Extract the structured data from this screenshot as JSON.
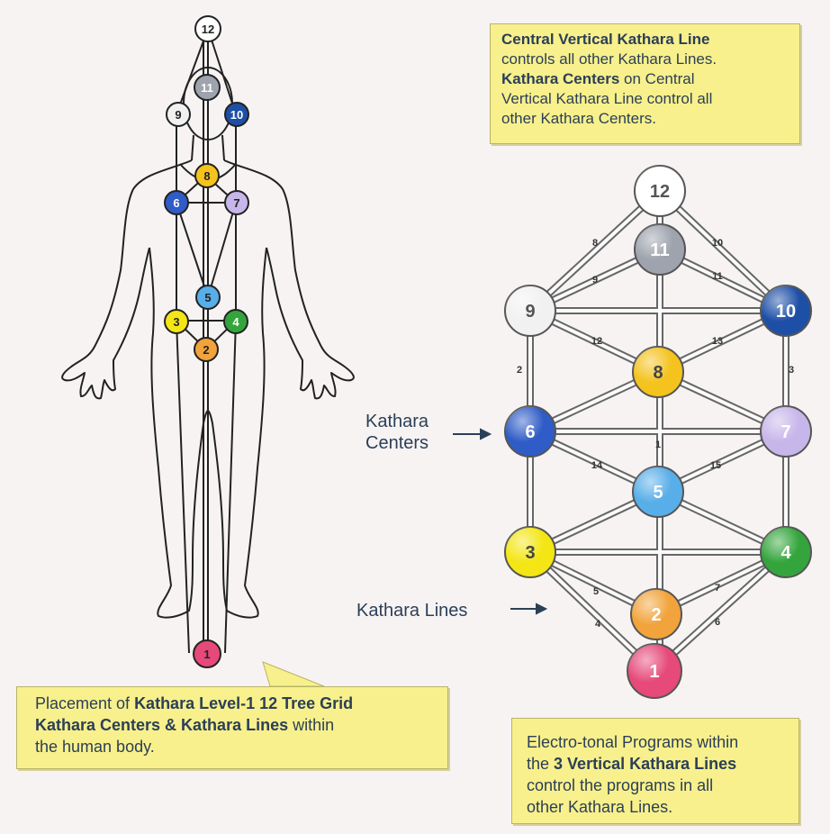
{
  "top_note": {
    "line1_bold": "Central Vertical Kathara Line",
    "line2": "controls all other Kathara Lines.",
    "line3_bold": "Kathara Centers",
    "line3_rest": " on Central",
    "line4": "Vertical Kathara Line control all",
    "line5": "other Kathara Centers."
  },
  "bottom_left_note": {
    "line1_plain": "Placement of ",
    "line1_bold": "Kathara Level-1 12 Tree Grid",
    "line2_bold": "Kathara Centers & Kathara Lines",
    "line2_rest": " within",
    "line3": "the human body."
  },
  "bottom_right_note": {
    "line1": "Electro-tonal Programs within",
    "line2_plain": "the ",
    "line2_bold": "3 Vertical Kathara Lines",
    "line3": "control the programs in all",
    "line4": "other Kathara Lines."
  },
  "labels": {
    "centers_line1": "Kathara",
    "centers_line2": "Centers",
    "lines": "Kathara Lines"
  },
  "colors": {
    "c1": "#e6497a",
    "c2": "#f2a33b",
    "c3": "#f4e614",
    "c4": "#34a53c",
    "c5": "#58aee8",
    "c6": "#2f5cc6",
    "c7": "#c7b6ea",
    "c8": "#f4c31e",
    "c9": "#f1f1f1",
    "c10": "#1e4fa6",
    "c11": "#9ea3ad",
    "c12": "#ffffff",
    "note_bg": "#f8f08c",
    "text": "#2b3f57"
  },
  "centers": [
    {
      "id": "1",
      "label": "1"
    },
    {
      "id": "2",
      "label": "2"
    },
    {
      "id": "3",
      "label": "3"
    },
    {
      "id": "4",
      "label": "4"
    },
    {
      "id": "5",
      "label": "5"
    },
    {
      "id": "6",
      "label": "6"
    },
    {
      "id": "7",
      "label": "7"
    },
    {
      "id": "8",
      "label": "8"
    },
    {
      "id": "9",
      "label": "9"
    },
    {
      "id": "10",
      "label": "10"
    },
    {
      "id": "11",
      "label": "11"
    },
    {
      "id": "12",
      "label": "12"
    }
  ],
  "line_numbers": [
    "1",
    "2",
    "3",
    "4",
    "5",
    "6",
    "7",
    "8",
    "9",
    "10",
    "11",
    "12",
    "13",
    "14",
    "15"
  ]
}
